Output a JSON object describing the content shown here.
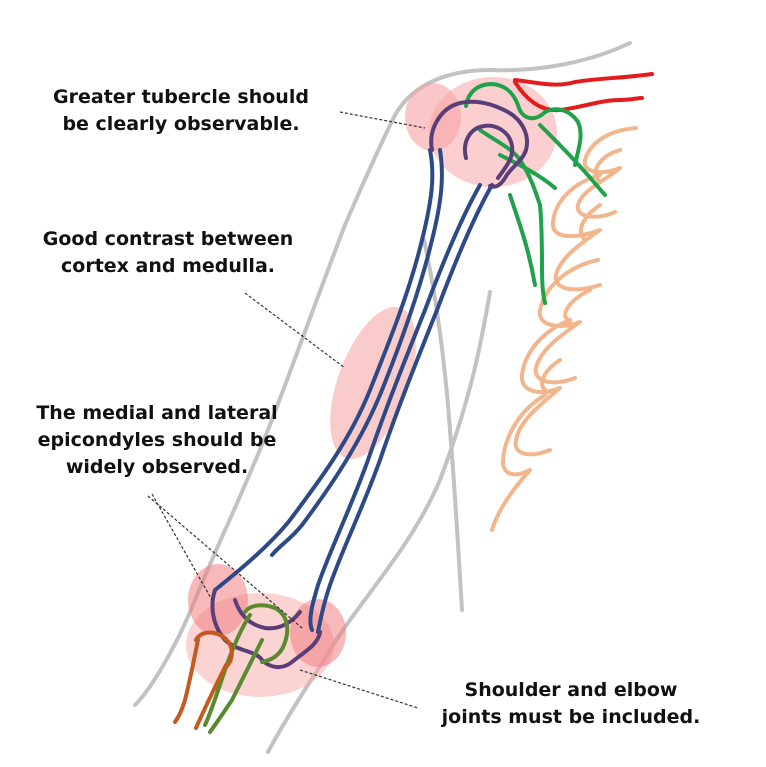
{
  "annotations": {
    "tubercle": [
      "Greater tubercle should",
      "be clearly observable."
    ],
    "contrast": [
      "Good contrast between",
      "cortex and medulla."
    ],
    "epicondyles": [
      "The medial and lateral",
      "epicondyles should be",
      "widely observed."
    ],
    "joints": [
      "Shoulder and elbow",
      "joints must be included."
    ]
  },
  "colors": {
    "highlight": "#f7a8a8",
    "highlight_strong": "#f27f82",
    "humerus": "#2e4a86",
    "humerus_head": "#5a3e7a",
    "ribs": "#f3b58c",
    "clavicle": "#e31b1b",
    "scapula": "#1fa24a",
    "radius": "#c45a1e",
    "ulna": "#5a8a2e",
    "outline": "#c0c0c0",
    "leader": "#333333"
  }
}
